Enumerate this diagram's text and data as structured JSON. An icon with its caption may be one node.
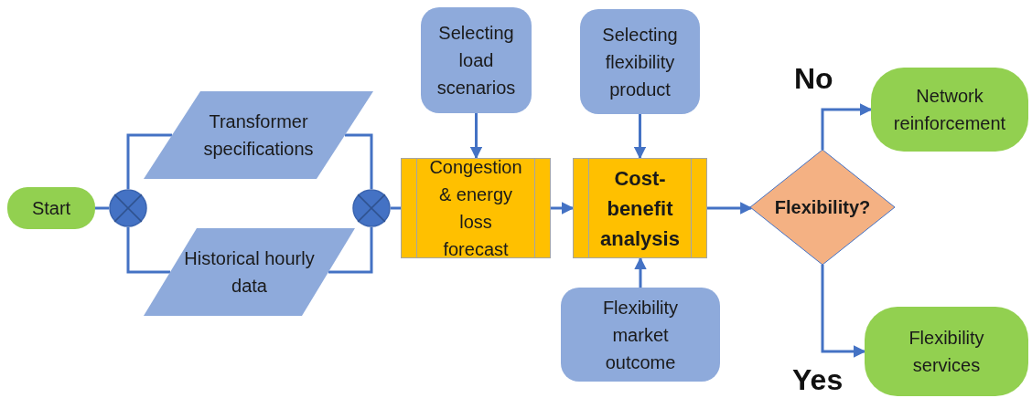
{
  "diagram": {
    "nodes": [
      {
        "text": [
          "Start"
        ]
      },
      {
        "text": [],
        "shape": "circle"
      },
      {
        "text": [
          "Transformer specifications"
        ]
      },
      {
        "text": [
          "Historical hourly data"
        ]
      },
      {
        "text": [],
        "shape": "circle"
      },
      {
        "text": [
          "Selecting load scenarios"
        ]
      },
      {
        "text": [
          "Congestion & energy loss forecast"
        ]
      },
      {
        "text": [
          "Selecting flexibility product"
        ]
      },
      {
        "text": [
          "Cost-benefit analysis"
        ]
      },
      {
        "text": [
          "Flexibility market outcome"
        ]
      },
      {
        "text": [
          "Flexibility?"
        ]
      },
      {
        "text": [
          "Network reinforcement"
        ]
      },
      {
        "text": [
          "Flexibility services"
        ]
      }
    ],
    "edges": [
      {
        "from": 0,
        "to": 1,
        "arrow": "none"
      },
      {
        "from": 1,
        "to": 2,
        "arrow": "none"
      },
      {
        "from": 1,
        "to": 3,
        "arrow": "none"
      },
      {
        "from": 2,
        "to": 4,
        "arrow": "none"
      },
      {
        "from": 3,
        "to": 4,
        "arrow": "none"
      },
      {
        "from": 4,
        "to": 6,
        "arrow": "none"
      },
      {
        "from": 5,
        "to": 6,
        "arrow": "to"
      },
      {
        "from": 6,
        "to": 8,
        "arrow": "to"
      },
      {
        "from": 7,
        "to": 8,
        "arrow": "to"
      },
      {
        "from": 9,
        "to": 8,
        "arrow": "to"
      },
      {
        "from": 8,
        "to": 10,
        "arrow": "to"
      },
      {
        "from": 10,
        "to": 11,
        "arrow": "to",
        "label": "No"
      },
      {
        "from": 10,
        "to": 12,
        "arrow": "to",
        "label": "Yes"
      }
    ]
  }
}
